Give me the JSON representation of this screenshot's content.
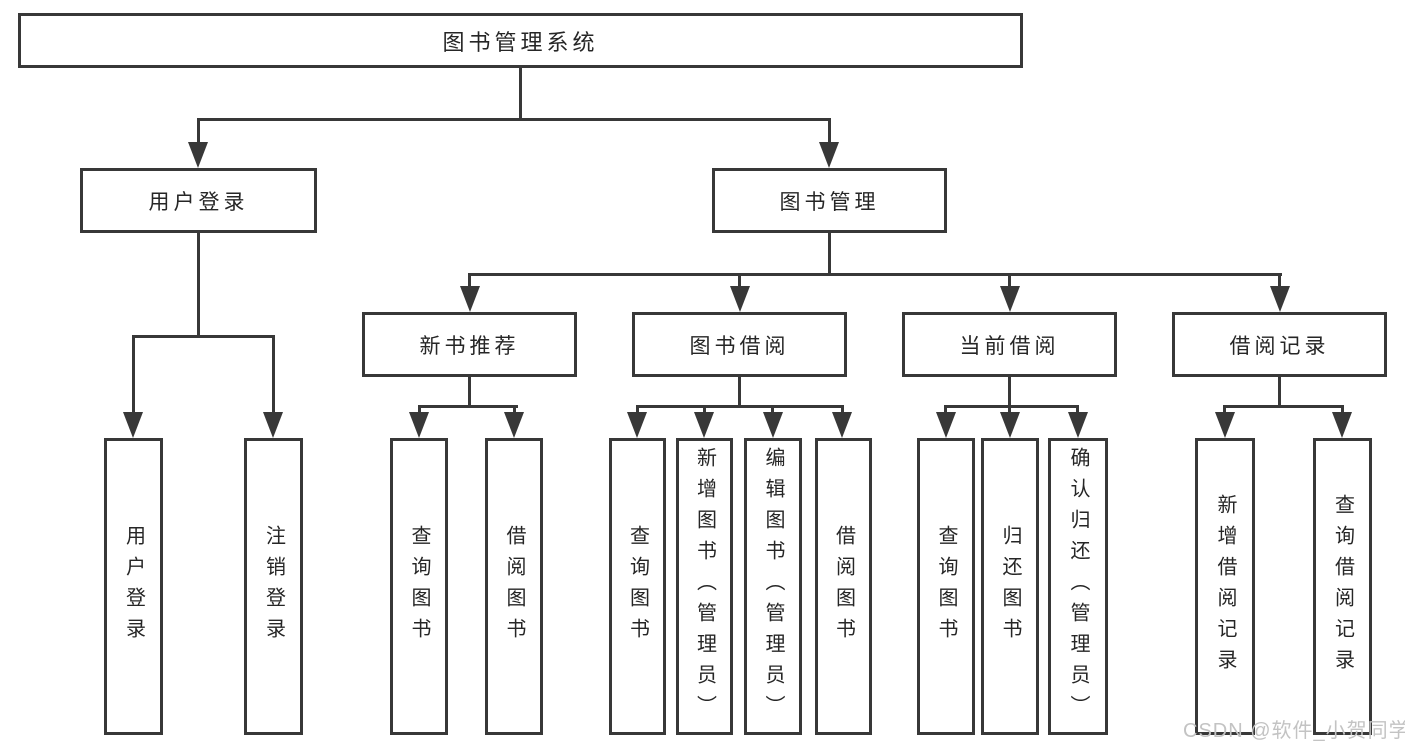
{
  "diagram_title": "图书管理系统",
  "nodes": {
    "root": "图书管理系统",
    "user_login": "用户登录",
    "book_mgmt": "图书管理",
    "new_books": "新书推荐",
    "book_borrow": "图书借阅",
    "current_borrow": "当前借阅",
    "borrow_records": "借阅记录",
    "leaf_user_login": "用户登录",
    "leaf_logout": "注销登录",
    "nb_query": "查询图书",
    "nb_borrow": "借阅图书",
    "bb_query": "查询图书",
    "bb_add": "新增图书（管理员）",
    "bb_edit": "编辑图书（管理员）",
    "bb_borrow": "借阅图书",
    "cb_query": "查询图书",
    "cb_return": "归还图书",
    "cb_confirm": "确认归还（管理员）",
    "br_add": "新增借阅记录",
    "br_query": "查询借阅记录"
  },
  "edges": [
    [
      "root",
      "user_login"
    ],
    [
      "root",
      "book_mgmt"
    ],
    [
      "user_login",
      "leaf_user_login"
    ],
    [
      "user_login",
      "leaf_logout"
    ],
    [
      "book_mgmt",
      "new_books"
    ],
    [
      "book_mgmt",
      "book_borrow"
    ],
    [
      "book_mgmt",
      "current_borrow"
    ],
    [
      "book_mgmt",
      "borrow_records"
    ],
    [
      "new_books",
      "nb_query"
    ],
    [
      "new_books",
      "nb_borrow"
    ],
    [
      "book_borrow",
      "bb_query"
    ],
    [
      "book_borrow",
      "bb_add"
    ],
    [
      "book_borrow",
      "bb_edit"
    ],
    [
      "book_borrow",
      "bb_borrow"
    ],
    [
      "current_borrow",
      "cb_query"
    ],
    [
      "current_borrow",
      "cb_return"
    ],
    [
      "current_borrow",
      "cb_confirm"
    ],
    [
      "borrow_records",
      "br_add"
    ],
    [
      "borrow_records",
      "br_query"
    ]
  ],
  "watermark": "CSDN @软件_小贺同学",
  "colors": {
    "line": "#383838",
    "text": "#262626",
    "box_background": "#ffffff",
    "watermark": "#c3c3c3",
    "background": "#ffffff"
  }
}
